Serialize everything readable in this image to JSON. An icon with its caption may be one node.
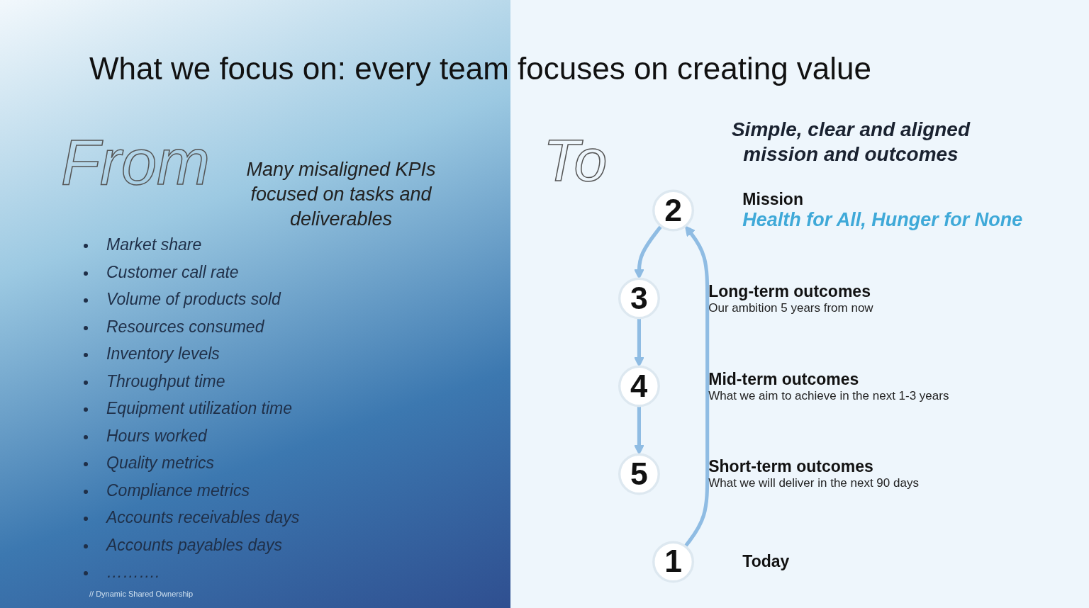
{
  "diagram": {
    "title": "What we focus on: every team focuses on creating value",
    "nodes": [
      {
        "text": [
          "2"
        ],
        "beside": [
          "Mission",
          "Health for All, Hunger for None"
        ]
      },
      {
        "text": [
          "3"
        ],
        "beside": [
          "Long-term outcomes",
          "Our ambition 5 years from now"
        ]
      },
      {
        "text": [
          "4"
        ],
        "beside": [
          "Mid-term outcomes",
          "What we aim to achieve in the next 1-3 years"
        ]
      },
      {
        "text": [
          "5"
        ],
        "beside": [
          "Short-term outcomes",
          "What we will deliver in the next 90 days"
        ]
      },
      {
        "text": [
          "1"
        ],
        "beside": [
          "Today"
        ]
      }
    ],
    "edges": [
      {
        "from": 4,
        "to": 0,
        "arrow": "to"
      },
      {
        "from": 0,
        "to": 1,
        "arrow": "to"
      },
      {
        "from": 1,
        "to": 2,
        "arrow": "to"
      },
      {
        "from": 2,
        "to": 3,
        "arrow": "to"
      }
    ],
    "labels": [
      "From",
      "Many misaligned KPIs focused on tasks and deliverables",
      "Market share",
      "Customer call rate",
      "Volume of products sold",
      "Resources consumed",
      "Inventory levels",
      "Throughput time",
      "Equipment utilization time",
      "Hours worked",
      "Quality metrics",
      "Compliance metrics",
      "Accounts receivables days",
      "Accounts payables days",
      "……….",
      "To",
      "Simple, clear and aligned mission and outcomes",
      "// Dynamic Shared Ownership"
    ]
  }
}
